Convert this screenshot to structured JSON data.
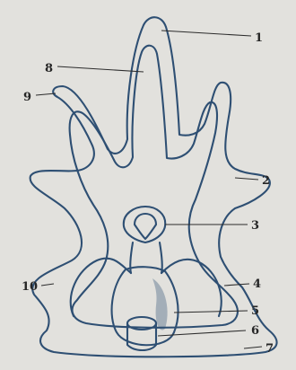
{
  "figure": {
    "labels": {
      "l1": "1",
      "l2": "2",
      "l3": "3",
      "l4": "4",
      "l5": "5",
      "l6": "6",
      "l7": "7",
      "l8": "8",
      "l9": "9",
      "l10": "10"
    },
    "colors": {
      "outline": "#2e4f73",
      "background": "#e2e1dd",
      "label": "#262626"
    }
  }
}
